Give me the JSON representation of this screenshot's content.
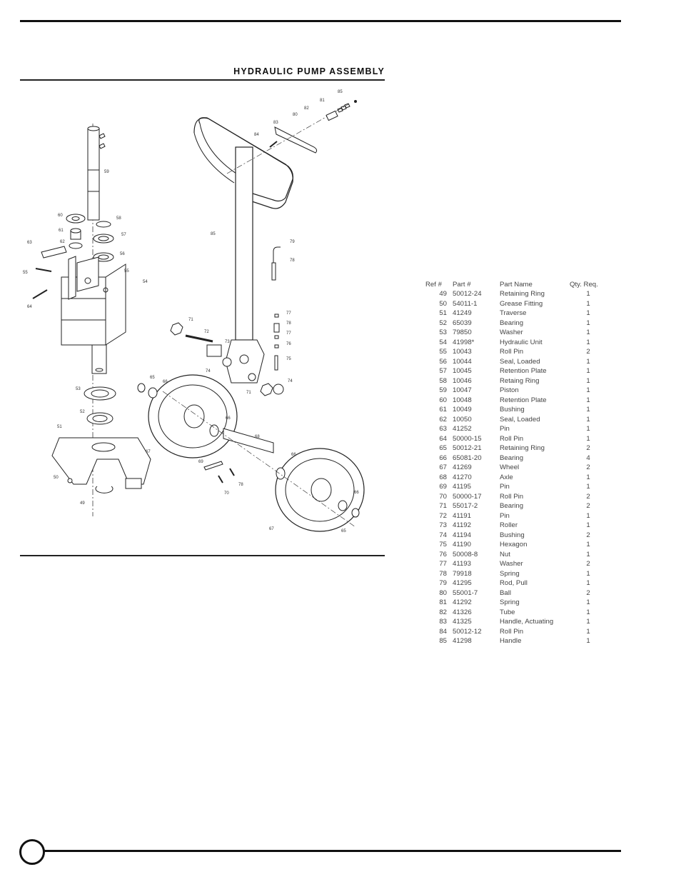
{
  "section_title": "HYDRAULIC PUMP ASSEMBLY",
  "diagram": {
    "callouts": [
      "49",
      "50",
      "51",
      "52",
      "53",
      "54",
      "55",
      "56",
      "57",
      "58",
      "59",
      "60",
      "61",
      "62",
      "63",
      "64",
      "65",
      "66",
      "67",
      "68",
      "69",
      "70",
      "71",
      "72",
      "73",
      "74",
      "75",
      "76",
      "77",
      "78",
      "79",
      "80",
      "81",
      "82",
      "83",
      "84",
      "85"
    ]
  },
  "table": {
    "headers": {
      "ref": "Ref #",
      "part": "Part #",
      "name": "Part Name",
      "qty": "Qty. Req."
    },
    "rows": [
      {
        "ref": "49",
        "part": "50012-24",
        "name": "Retaining Ring",
        "qty": "1"
      },
      {
        "ref": "50",
        "part": "54011-1",
        "name": "Grease Fitting",
        "qty": "1"
      },
      {
        "ref": "51",
        "part": "41249",
        "name": "Traverse",
        "qty": "1"
      },
      {
        "ref": "52",
        "part": "65039",
        "name": "Bearing",
        "qty": "1"
      },
      {
        "ref": "53",
        "part": "79850",
        "name": "Washer",
        "qty": "1"
      },
      {
        "ref": "54",
        "part": "41998*",
        "name": "Hydraulic Unit",
        "qty": "1"
      },
      {
        "ref": "55",
        "part": "10043",
        "name": "Roll Pin",
        "qty": "2"
      },
      {
        "ref": "56",
        "part": "10044",
        "name": "Seal, Loaded",
        "qty": "1"
      },
      {
        "ref": "57",
        "part": "10045",
        "name": "Retention Plate",
        "qty": "1"
      },
      {
        "ref": "58",
        "part": "10046",
        "name": "Retaing Ring",
        "qty": "1"
      },
      {
        "ref": "59",
        "part": "10047",
        "name": "Piston",
        "qty": "1"
      },
      {
        "ref": "60",
        "part": "10048",
        "name": "Retention Plate",
        "qty": "1"
      },
      {
        "ref": "61",
        "part": "10049",
        "name": "Bushing",
        "qty": "1"
      },
      {
        "ref": "62",
        "part": "10050",
        "name": "Seal, Loaded",
        "qty": "1"
      },
      {
        "ref": "63",
        "part": "41252",
        "name": "Pin",
        "qty": "1"
      },
      {
        "ref": "64",
        "part": "50000-15",
        "name": "Roll Pin",
        "qty": "1"
      },
      {
        "ref": "65",
        "part": "50012-21",
        "name": "Retaining Ring",
        "qty": "2"
      },
      {
        "ref": "66",
        "part": "65081-20",
        "name": "Bearing",
        "qty": "4"
      },
      {
        "ref": "67",
        "part": "41269",
        "name": "Wheel",
        "qty": "2"
      },
      {
        "ref": "68",
        "part": "41270",
        "name": "Axle",
        "qty": "1"
      },
      {
        "ref": "69",
        "part": "41195",
        "name": "Pin",
        "qty": "1"
      },
      {
        "ref": "70",
        "part": "50000-17",
        "name": "Roll Pin",
        "qty": "2"
      },
      {
        "ref": "71",
        "part": "55017-2",
        "name": "Bearing",
        "qty": "2"
      },
      {
        "ref": "72",
        "part": "41191",
        "name": "Pin",
        "qty": "1"
      },
      {
        "ref": "73",
        "part": "41192",
        "name": "Roller",
        "qty": "1"
      },
      {
        "ref": "74",
        "part": "41194",
        "name": "Bushing",
        "qty": "2"
      },
      {
        "ref": "75",
        "part": "41190",
        "name": "Hexagon",
        "qty": "1"
      },
      {
        "ref": "76",
        "part": "50008-8",
        "name": "Nut",
        "qty": "1"
      },
      {
        "ref": "77",
        "part": "41193",
        "name": "Washer",
        "qty": "2"
      },
      {
        "ref": "78",
        "part": "79918",
        "name": "Spring",
        "qty": "1"
      },
      {
        "ref": "79",
        "part": "41295",
        "name": "Rod, Pull",
        "qty": "1"
      },
      {
        "ref": "80",
        "part": "55001-7",
        "name": "Ball",
        "qty": "2"
      },
      {
        "ref": "81",
        "part": "41292",
        "name": "Spring",
        "qty": "1"
      },
      {
        "ref": "82",
        "part": "41326",
        "name": "Tube",
        "qty": "1"
      },
      {
        "ref": "83",
        "part": "41325",
        "name": "Handle, Actuating",
        "qty": "1"
      },
      {
        "ref": "84",
        "part": "50012-12",
        "name": "Roll Pin",
        "qty": "1"
      },
      {
        "ref": "85",
        "part": "41298",
        "name": "Handle",
        "qty": "1"
      }
    ]
  }
}
